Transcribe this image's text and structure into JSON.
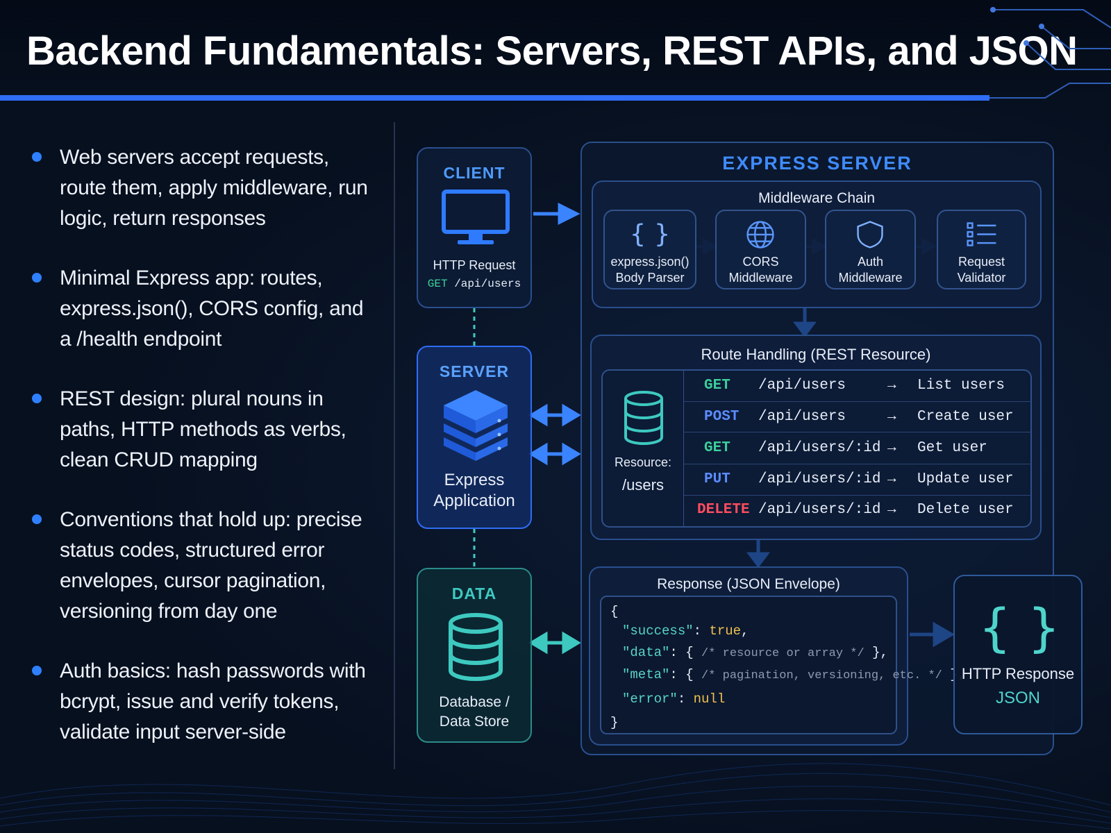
{
  "title": "Backend Fundamentals: Servers, REST APIs, and JSON",
  "bullets": [
    {
      "text": "Web servers accept requests, route them, apply middleware, run logic, return responses"
    },
    {
      "text": "Minimal Express app: routes, express.json(), CORS config, and a /health endpoint"
    },
    {
      "text": "REST design: plural nouns in paths, HTTP methods as verbs, clean CRUD mapping"
    },
    {
      "text": "Conventions that hold up: precise status codes, structured error envelopes, cursor pagination, versioning from day one"
    },
    {
      "text": "Auth basics: hash passwords with bcrypt, issue and verify tokens, validate input server-side"
    }
  ],
  "client": {
    "title": "CLIENT",
    "label": "HTTP Request",
    "method": "GET",
    "path": "/api/users",
    "icon": "monitor-icon"
  },
  "server": {
    "title": "SERVER",
    "label_line1": "Express",
    "label_line2": "Application",
    "icon": "server-stack-icon"
  },
  "data_node": {
    "title": "DATA",
    "label_line1": "Database /",
    "label_line2": "Data Store",
    "icon": "database-icon"
  },
  "express": {
    "title": "EXPRESS SERVER",
    "middleware": {
      "title": "Middleware Chain",
      "items": [
        {
          "line1": "express.json()",
          "line2": "Body Parser",
          "icon": "braces-icon"
        },
        {
          "line1": "CORS",
          "line2": "Middleware",
          "icon": "globe-icon"
        },
        {
          "line1": "Auth",
          "line2": "Middleware",
          "icon": "shield-icon"
        },
        {
          "line1": "Request",
          "line2": "Validator",
          "icon": "checklist-icon"
        }
      ]
    },
    "routes": {
      "title": "Route Handling (REST Resource)",
      "resource_label": "Resource:",
      "resource_path": "/users",
      "rows": [
        {
          "method": "GET",
          "path": "/api/users",
          "arrow": "→",
          "action": "List users",
          "color": "#3ccf9a"
        },
        {
          "method": "POST",
          "path": "/api/users",
          "arrow": "→",
          "action": "Create user",
          "color": "#5b8cff"
        },
        {
          "method": "GET",
          "path": "/api/users/:id",
          "arrow": "→",
          "action": "Get user",
          "color": "#3ccf9a"
        },
        {
          "method": "PUT",
          "path": "/api/users/:id",
          "arrow": "→",
          "action": "Update user",
          "color": "#5b8cff"
        },
        {
          "method": "DELETE",
          "path": "/api/users/:id",
          "arrow": "→",
          "action": "Delete user",
          "color": "#ff4d5e"
        }
      ]
    },
    "response": {
      "title": "Response (JSON Envelope)",
      "open": "{",
      "close": "}",
      "lines": {
        "success_key": "\"success\"",
        "success_val": "true",
        "data_key": "\"data\"",
        "data_comment": "/* resource or array */",
        "meta_key": "\"meta\"",
        "meta_comment": "/* pagination, versioning, etc. */",
        "error_key": "\"error\"",
        "error_val": "null"
      }
    }
  },
  "http_response": {
    "line1": "HTTP Response",
    "line2": "JSON",
    "icon": "braces-icon"
  },
  "colors": {
    "accent": "#2f6df6",
    "teal": "#3ec9c0",
    "panel_border": "#2a4f8d"
  }
}
